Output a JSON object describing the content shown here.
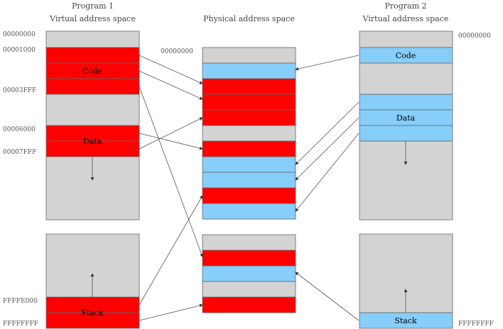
{
  "program1": {
    "title": "Program 1",
    "subtitle": "Virtual address space",
    "addresses": [
      "00000000",
      "00001000",
      "00003FFF",
      "00006000",
      "00007FFF",
      "FFFFE000",
      "FFFFFFFF"
    ],
    "segments": {
      "code": "Code",
      "data": "Data",
      "stack": "Stack"
    }
  },
  "physical": {
    "title": "Physical address space",
    "address": "00000000"
  },
  "program2": {
    "title": "Program 2",
    "subtitle": "Virtual address space",
    "addresses": [
      "00000000",
      "FFFFFFFF"
    ],
    "segments": {
      "code": "Code",
      "data": "Data",
      "stack": "Stack"
    }
  },
  "colors": {
    "program1": "#ff0000",
    "program2": "#87cefa",
    "free": "#d3d3d3"
  }
}
